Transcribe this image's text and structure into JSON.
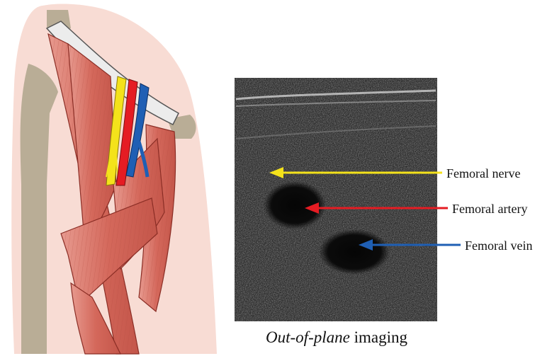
{
  "labels": {
    "nerve": "Femoral nerve",
    "artery": "Femoral artery",
    "vein": "Femoral vein"
  },
  "caption": {
    "italic": "Out-of-plane",
    "rest": " imaging"
  },
  "colors": {
    "nerve": "#f4e21b",
    "artery": "#e51c23",
    "vein": "#1f5fb4",
    "muscle": "#dc7b6f",
    "skin": "#f8dcd4",
    "bone": "#b9ad96"
  }
}
